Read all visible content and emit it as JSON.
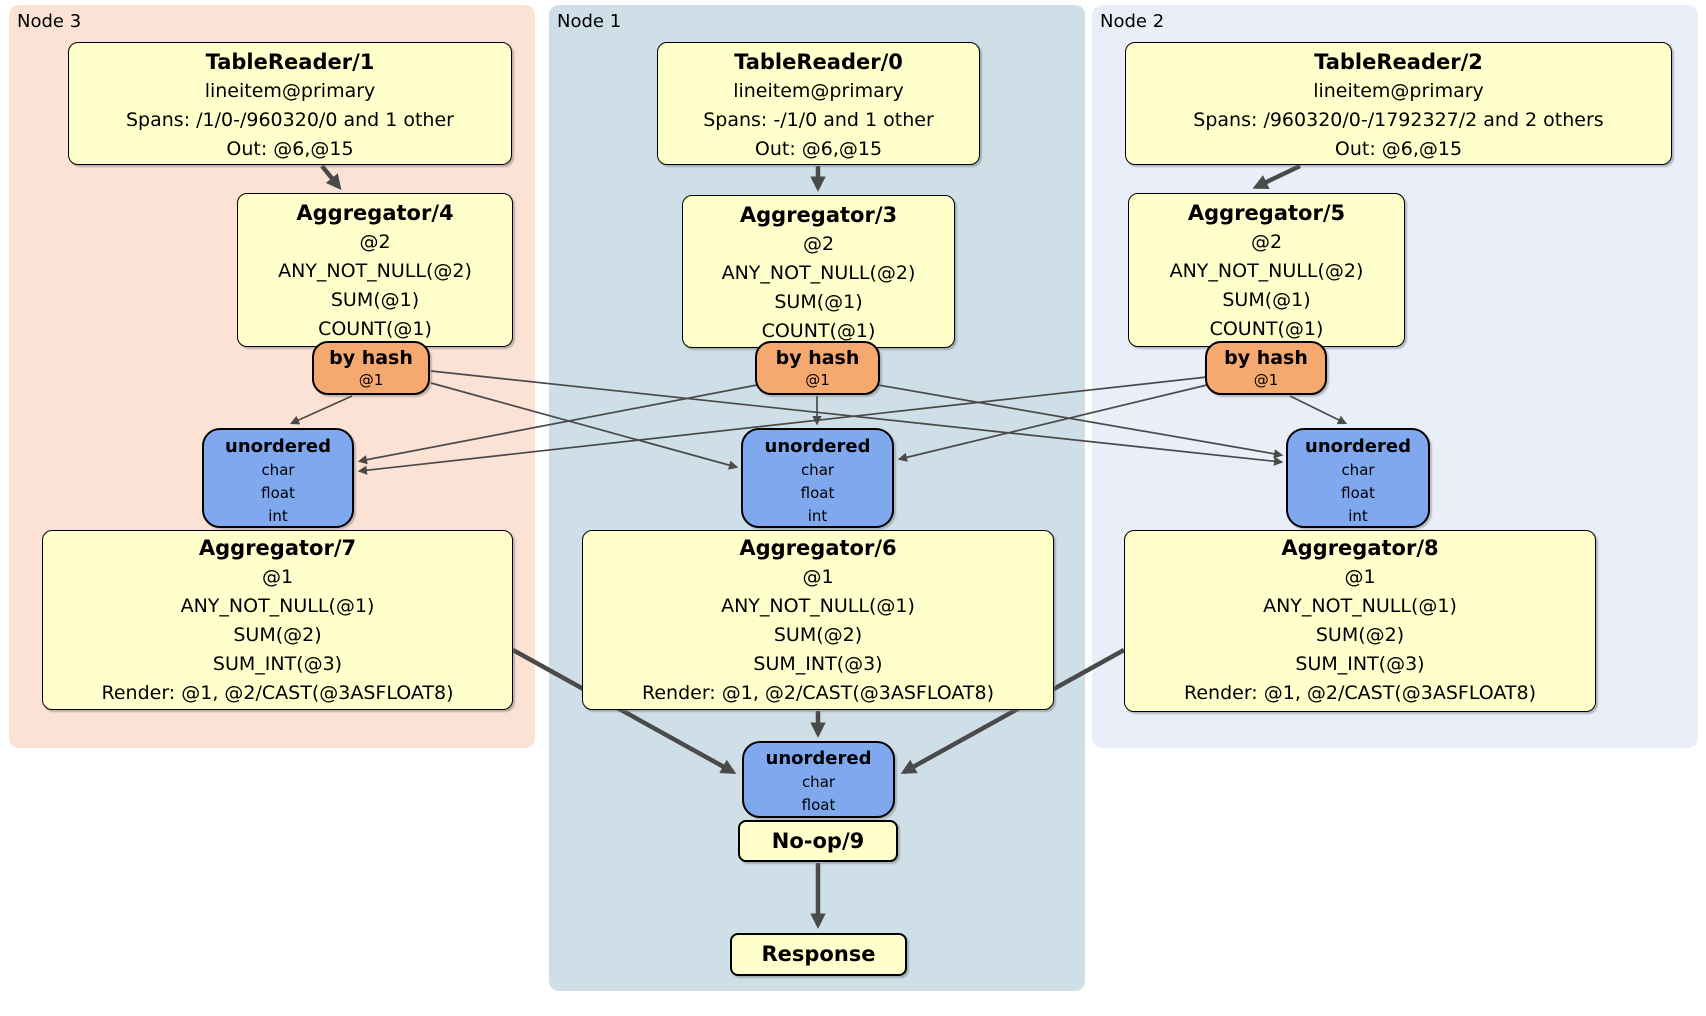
{
  "colors": {
    "region_node3": "#fbe2d4",
    "region_node1": "#cfdfe8",
    "region_node2": "#e9eef9",
    "box_fill": "#ffffcc",
    "router_fill": "#f6a96f",
    "sync_fill": "#7fa8ef",
    "edge": "#4a4a4a"
  },
  "node3": {
    "label": "Node 3",
    "table_reader": {
      "title": "TableReader/1",
      "index": "lineitem@primary",
      "spans": "Spans: /1/0-/960320/0 and 1 other",
      "out": "Out: @6,@15"
    },
    "aggregator_top": {
      "title": "Aggregator/4",
      "group_by": "@2",
      "fns": [
        "ANY_NOT_NULL(@2)",
        "SUM(@1)",
        "COUNT(@1)"
      ]
    },
    "router": {
      "title": "by hash",
      "columns": "@1"
    },
    "stream_sync": {
      "title": "unordered",
      "types": [
        "char",
        "float",
        "int"
      ]
    },
    "aggregator_bottom": {
      "title": "Aggregator/7",
      "group_by": "@1",
      "fns": [
        "ANY_NOT_NULL(@1)",
        "SUM(@2)",
        "SUM_INT(@3)"
      ],
      "render": "Render: @1, @2/CAST(@3ASFLOAT8)"
    }
  },
  "node1": {
    "label": "Node 1",
    "table_reader": {
      "title": "TableReader/0",
      "index": "lineitem@primary",
      "spans": "Spans: -/1/0 and 1 other",
      "out": "Out: @6,@15"
    },
    "aggregator_top": {
      "title": "Aggregator/3",
      "group_by": "@2",
      "fns": [
        "ANY_NOT_NULL(@2)",
        "SUM(@1)",
        "COUNT(@1)"
      ]
    },
    "router": {
      "title": "by hash",
      "columns": "@1"
    },
    "stream_sync": {
      "title": "unordered",
      "types": [
        "char",
        "float",
        "int"
      ]
    },
    "aggregator_bottom": {
      "title": "Aggregator/6",
      "group_by": "@1",
      "fns": [
        "ANY_NOT_NULL(@1)",
        "SUM(@2)",
        "SUM_INT(@3)"
      ],
      "render": "Render: @1, @2/CAST(@3ASFLOAT8)"
    },
    "final_sync": {
      "title": "unordered",
      "types": [
        "char",
        "float"
      ]
    },
    "noop": {
      "title": "No-op/9"
    },
    "response": {
      "title": "Response"
    }
  },
  "node2": {
    "label": "Node 2",
    "table_reader": {
      "title": "TableReader/2",
      "index": "lineitem@primary",
      "spans": "Spans: /960320/0-/1792327/2 and 2 others",
      "out": "Out: @6,@15"
    },
    "aggregator_top": {
      "title": "Aggregator/5",
      "group_by": "@2",
      "fns": [
        "ANY_NOT_NULL(@2)",
        "SUM(@1)",
        "COUNT(@1)"
      ]
    },
    "router": {
      "title": "by hash",
      "columns": "@1"
    },
    "stream_sync": {
      "title": "unordered",
      "types": [
        "char",
        "float",
        "int"
      ]
    },
    "aggregator_bottom": {
      "title": "Aggregator/8",
      "group_by": "@1",
      "fns": [
        "ANY_NOT_NULL(@1)",
        "SUM(@2)",
        "SUM_INT(@3)"
      ],
      "render": "Render: @1, @2/CAST(@3ASFLOAT8)"
    }
  }
}
